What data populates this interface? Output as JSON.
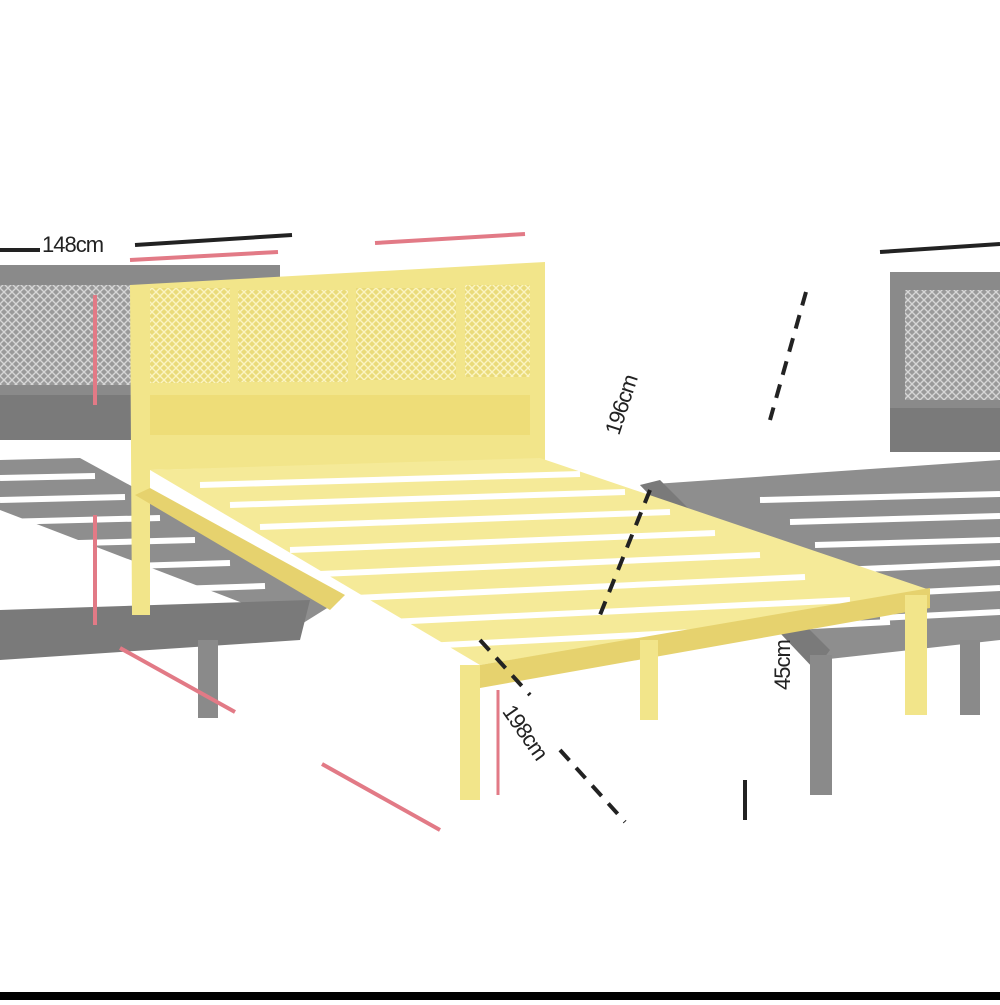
{
  "image": {
    "subject": "bed frame with rattan headboard",
    "colors": {
      "background": "#ffffff",
      "bed_gray": "#7d7d7d",
      "bed_gray_light": "#bfbfbf",
      "bed_yellow": "#f2e58a",
      "bed_yellow_dark": "#d9c66a",
      "dim_dark": "#222222",
      "dim_pink": "#e27a86"
    }
  },
  "dimensions": {
    "width_label": "148cm",
    "length_label": "196cm",
    "length2_label": "198cm",
    "height_label": "45cm"
  }
}
